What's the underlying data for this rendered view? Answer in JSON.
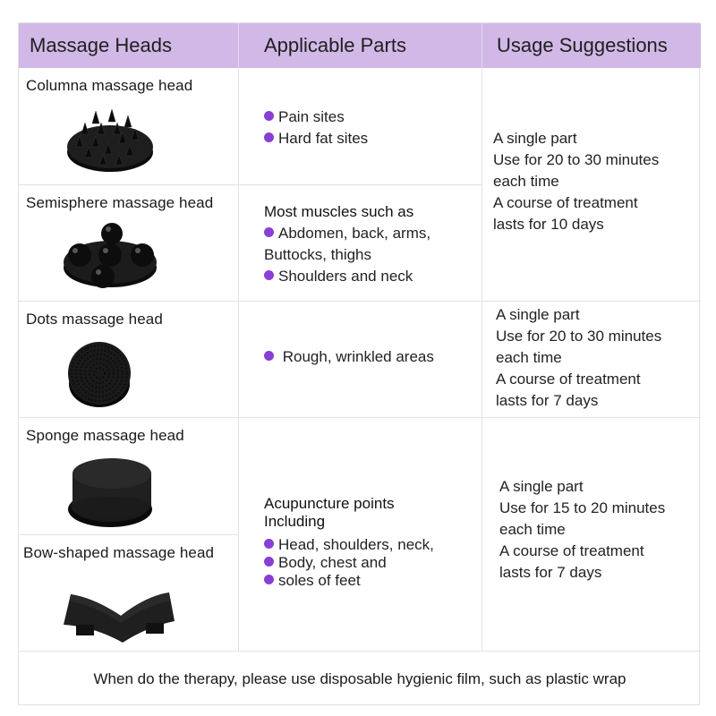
{
  "header": {
    "col1": "Massage Heads",
    "col2": "Applicable Parts",
    "col3": "Usage Suggestions"
  },
  "colors": {
    "header_bg": "#d1b8e6",
    "bullet": "#8a3fd4",
    "border": "#e2e2e2"
  },
  "heads": [
    {
      "name": "Columna massage head",
      "icon": "columna-head-image"
    },
    {
      "name": "Semisphere massage head",
      "icon": "semisphere-head-image"
    },
    {
      "name": "Dots massage head",
      "icon": "dots-head-image"
    },
    {
      "name": "Sponge massage head",
      "icon": "sponge-head-image"
    },
    {
      "name": "Bow-shaped massage head",
      "icon": "bow-head-image"
    }
  ],
  "parts": {
    "group1": {
      "items": [
        "Pain  sites",
        "Hard fat sites"
      ]
    },
    "group2": {
      "title": "Most muscles such as",
      "items": [
        "Abdomen, back, arms,",
        "Buttocks, thighs",
        "Shoulders and neck"
      ]
    },
    "group3": {
      "items": [
        "Rough, wrinkled areas"
      ]
    },
    "group4": {
      "title_line1": "Acupuncture points",
      "title_line2": "Including",
      "items": [
        "Head, shoulders, neck,",
        "Body, chest and",
        "soles of feet"
      ]
    }
  },
  "usage": {
    "group1": [
      "A single part",
      "Use for 20 to 30 minutes",
      "each time",
      "A course of treatment",
      "lasts for 10 days"
    ],
    "group2": [
      "A single part",
      "Use for 20 to 30 minutes",
      "each time",
      "A course of treatment",
      "lasts for 7 days"
    ],
    "group3": [
      "A single part",
      "Use for 15 to 20 minutes",
      "each time",
      "A course of treatment",
      "lasts for 7 days"
    ]
  },
  "footer": {
    "note": "When do the therapy, please use disposable hygienic film, such as plastic wrap"
  }
}
